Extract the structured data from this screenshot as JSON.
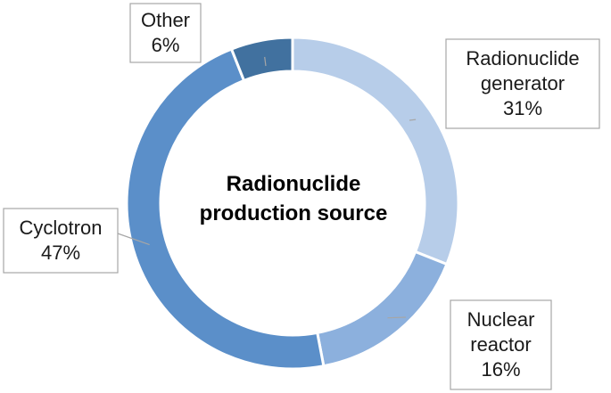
{
  "chart_data": {
    "type": "pie",
    "donut": true,
    "center_label": [
      "Radionuclide",
      "production source"
    ],
    "slices": [
      {
        "label_lines": [
          "Radionuclide",
          "generator"
        ],
        "value": 31,
        "value_label": "31%",
        "color": "#b7cde9"
      },
      {
        "label_lines": [
          "Nuclear",
          "reactor"
        ],
        "value": 16,
        "value_label": "16%",
        "color": "#8cb0dd"
      },
      {
        "label_lines": [
          "Cyclotron"
        ],
        "value": 47,
        "value_label": "47%",
        "color": "#5b8fc9"
      },
      {
        "label_lines": [
          "Other"
        ],
        "value": 6,
        "value_label": "6%",
        "color": "#41719f"
      }
    ]
  }
}
